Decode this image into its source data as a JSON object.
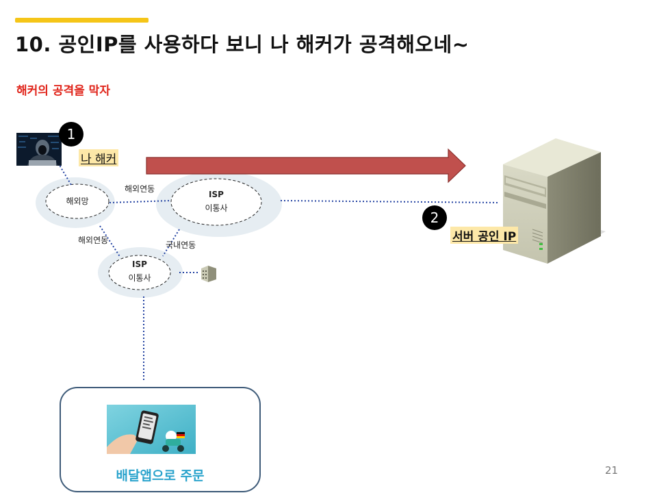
{
  "header": {
    "title": "10. 공인IP를 사용하다 보니 나 해커가 공격해오네~",
    "subtitle": "해커의 공격을 막자"
  },
  "diagram": {
    "hacker_label": "나 해커",
    "hacker_badge": "1",
    "server_badge": "2",
    "server_label": "서버 공인 IP",
    "nodes": {
      "overseas_net": "해외망",
      "isp_top_line1": "ISP",
      "isp_top_line2": "이통사",
      "isp_bottom_line1": "ISP",
      "isp_bottom_line2": "이통사"
    },
    "links": {
      "overseas_to_isp_top": "해외연동",
      "overseas_to_isp_bottom": "해외연동",
      "domestic": "국내연동"
    },
    "delivery_app_label": "배달앱으로 주문"
  },
  "footer": {
    "page_number": "21"
  },
  "colors": {
    "accent": "#f5c518",
    "subtitle_red": "#e0241a",
    "arrow_red": "#c0504d",
    "link_blue": "#1f3fa0",
    "box_border": "#3d5a78",
    "app_label": "#2aa3cc"
  }
}
